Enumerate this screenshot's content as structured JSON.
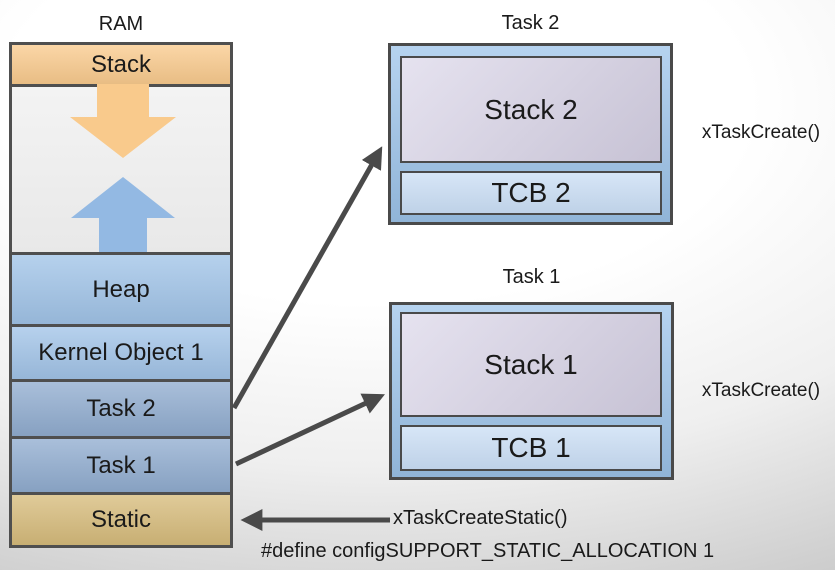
{
  "ram": {
    "title": "RAM",
    "sections": [
      {
        "label": "Stack",
        "color": "#FACB8E"
      },
      {
        "label": "",
        "color": "#EDEDED"
      },
      {
        "label": "Heap",
        "color": "#A1C4E8"
      },
      {
        "label": "Kernel Object 1",
        "color": "#A2C4E8"
      },
      {
        "label": "Task 2",
        "color": "#91ADD0"
      },
      {
        "label": "Task 1",
        "color": "#91ADD0"
      },
      {
        "label": "Static",
        "color": "#D7BC7C"
      }
    ]
  },
  "memory_flow": {
    "stack_grow_arrow_icon": "block-arrow-down",
    "heap_grow_arrow_icon": "block-arrow-up",
    "stack_arrow_color": "#F9CA8C",
    "heap_arrow_color": "#93B9E3"
  },
  "task_boxes": [
    {
      "title": "Task 2",
      "stack": "Stack 2",
      "tcb": "TCB 2",
      "api": "xTaskCreate()"
    },
    {
      "title": "Task 1",
      "stack": "Stack 1",
      "tcb": "TCB 1",
      "api": "xTaskCreate()"
    }
  ],
  "static_allocation": {
    "api": "xTaskCreateStatic()",
    "define": "#define configSUPPORT_STATIC_ALLOCATION 1"
  },
  "colors": {
    "border": "#4F4F4F",
    "arrow_line": "#4A4A4A",
    "task_box_fill": "#9DC4EA",
    "stack_inner_fill": "#D8D3E7",
    "tcb_inner_fill": "#C9DDF4"
  }
}
